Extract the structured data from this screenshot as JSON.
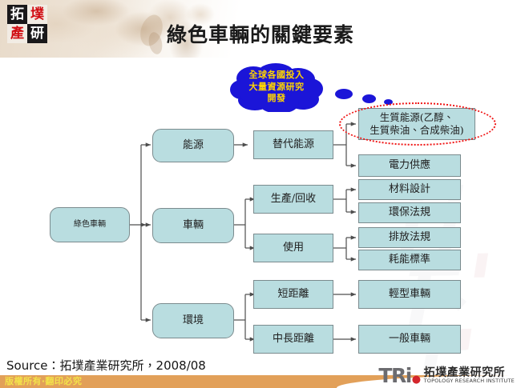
{
  "slide": {
    "title": "綠色車輛的關鍵要素",
    "source": "Source：拓墣產業研究所，2008/08",
    "copyright": "版權所有‧翻印必究"
  },
  "corner_logo": {
    "chars": [
      "拓",
      "墣",
      "產",
      "研"
    ]
  },
  "callout": {
    "lines": [
      "全球各國投入",
      "大量資源研究",
      "開發"
    ],
    "fill_color": "#1b15d8",
    "text_color": "#ffd400"
  },
  "highlight": {
    "stroke_color": "#f01414",
    "style": "dotted-ellipse"
  },
  "diagram": {
    "node_fill": "#b9dde0",
    "node_border": "#7b8b8e",
    "root": {
      "label": "綠色車輛"
    },
    "level2": [
      {
        "label": "能源"
      },
      {
        "label": "車輛"
      },
      {
        "label": "環境"
      }
    ],
    "level3": [
      {
        "label": "替代能源"
      },
      {
        "label": "生產/回收"
      },
      {
        "label": "使用"
      },
      {
        "label": "短距離"
      },
      {
        "label": "中長距離"
      }
    ],
    "level4": [
      {
        "label_line1": "生質能源(乙醇、",
        "label_line2": "生質柴油、合成柴油)",
        "highlighted": true
      },
      {
        "label": "電力供應"
      },
      {
        "label": "材料設計"
      },
      {
        "label": "環保法規"
      },
      {
        "label": "排放法規"
      },
      {
        "label": "耗能標準"
      },
      {
        "label": "輕型車輛"
      },
      {
        "label": "一般車輛"
      }
    ]
  },
  "footer_logo": {
    "mark": "TRi",
    "name_cn": "拓墣產業研究所",
    "name_en": "TOPOLOGY RESEARCH INSTITUTE"
  }
}
